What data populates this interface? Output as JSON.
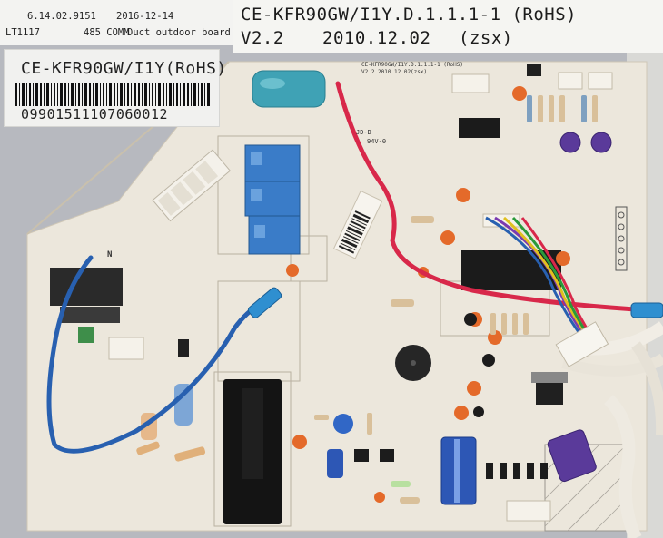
{
  "image": {
    "description_tags": [
      "circuit-board",
      "label",
      "barcode"
    ]
  },
  "label_strip": {
    "part_no": "6.14.02.9151",
    "date": "2016-12-14",
    "chip": "LT1117",
    "comm": "485 COMM",
    "board_desc": "Duct outdoor board"
  },
  "sticker": {
    "model": "CE-KFR90GW/I1Y(RoHS)",
    "serial": "09901511107060012"
  },
  "silkscreen_large": {
    "model": "CE-KFR90GW/I1Y.D.1.1.1-1 (RoHS)",
    "version": "V2.2",
    "date": "2010.12.02",
    "author": "(zsx)"
  },
  "silkscreen_small": {
    "model": "CE-KFR90GW/I1Y.D.1.1.1-1 (RoHS)",
    "version": "V2.2",
    "date": "2010.12.02",
    "author": "(zsx)",
    "n_terminal": "N",
    "cert1": "JD-D",
    "cert2": "94V-0"
  },
  "colors": {
    "pcb": "#e9e4d9",
    "relay_blue": "#3a7cc8",
    "wire_red": "#d8284a",
    "wire_blue": "#2860b0",
    "capacitor_purple": "#5a3a9a"
  }
}
